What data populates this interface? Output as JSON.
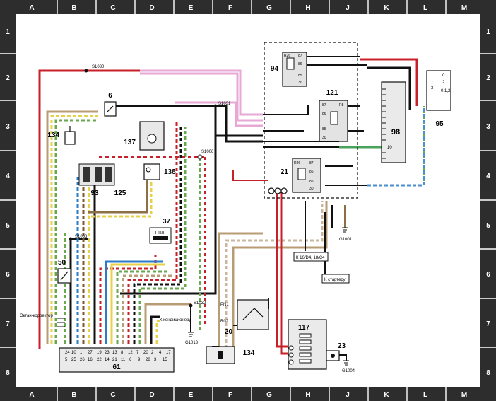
{
  "frame": {
    "columns": [
      "A",
      "B",
      "C",
      "D",
      "E",
      "F",
      "G",
      "H",
      "J",
      "K",
      "L",
      "M"
    ],
    "rows": [
      "1",
      "2",
      "3",
      "4",
      "5",
      "6",
      "7",
      "8"
    ]
  },
  "components": {
    "c6": "6",
    "c134a": "134",
    "c137": "137",
    "c138": "138",
    "c93": "93",
    "c125": "125",
    "c37": "37",
    "c50": "50",
    "c61": "61",
    "c94": "94",
    "c121": "121",
    "c21": "21",
    "c98": "98",
    "c95": "95",
    "c117": "117",
    "c23": "23",
    "c134b": "134",
    "c20": "20"
  },
  "splices": {
    "s1030": "S1030",
    "s1031": "S1031",
    "s1006": "S1006",
    "s1033": "S1033",
    "s1032": "S1032"
  },
  "grounds": {
    "g1001": "G1001",
    "g1013": "G1013",
    "g1004": "G1004"
  },
  "notes": {
    "oktan": "Октан-корректор",
    "kondic": "К кондиционеру",
    "starter": "К стартеру",
    "k16": "К 16/D4, 18/C4",
    "ppl": "ППЛ.",
    "pn1": "PN1",
    "r02": "R02",
    "r98_10": "10"
  },
  "relay_pins": {
    "r94": [
      "R26",
      "87",
      "86",
      "85",
      "30"
    ],
    "r121": [
      "87",
      "R8",
      "86",
      "85",
      "30"
    ],
    "r21": [
      "R26",
      "87",
      "86",
      "85",
      "30"
    ]
  },
  "switch95": [
    "0",
    "1",
    "2",
    "3",
    "0,1,2"
  ],
  "connector61": {
    "top": [
      "24",
      "10",
      "1",
      "27",
      "19",
      "23",
      "13",
      "8",
      "12",
      "7",
      "20",
      "2",
      "4",
      "17"
    ],
    "bottom": [
      "5",
      "25",
      "26",
      "16",
      "22",
      "14",
      "21",
      "11",
      "6",
      "9",
      "28",
      "3",
      "15"
    ]
  }
}
